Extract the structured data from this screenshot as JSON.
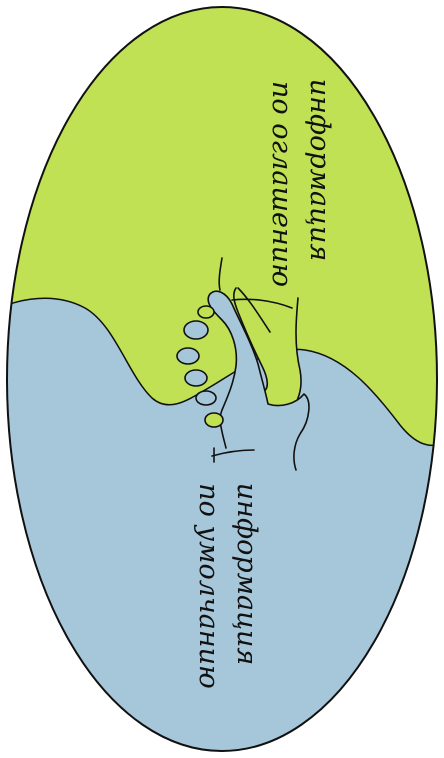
{
  "colors": {
    "top_region": "#bfe153",
    "bottom_region": "#a6c7da",
    "outline": "#111111",
    "background": "#ffffff"
  },
  "top_label": {
    "line1": "информация",
    "line2": "по оглашению"
  },
  "bottom_label": {
    "line1": "информация",
    "line2": "по умолчанию"
  },
  "icons": {
    "central": "handshake-icon"
  }
}
